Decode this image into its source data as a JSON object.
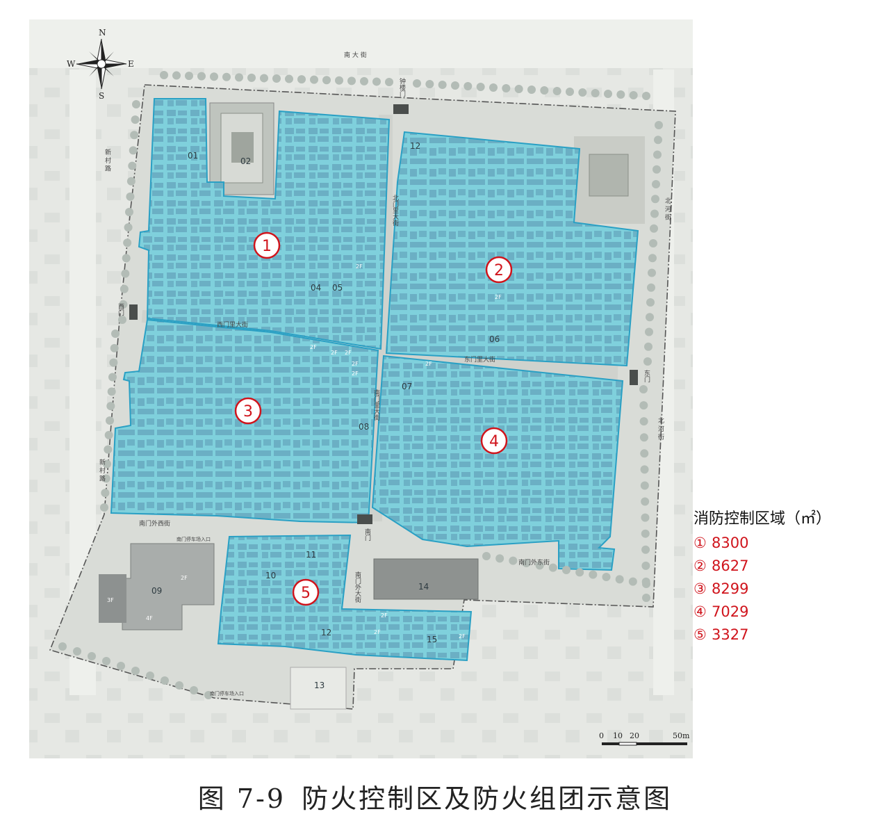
{
  "compass": {
    "n": "N",
    "e": "E",
    "s": "S",
    "w": "W",
    "icon": "compass-rose-icon"
  },
  "streets": {
    "top": "南 大 街",
    "gate_n": "钟楼门",
    "east_lane": "东门里大街",
    "west_lane": "西门里大街",
    "north_lane": "北门里大街",
    "south_lane": "南门里大街",
    "south_outer_w": "南门外西街",
    "south_outer_e": "南门外东街",
    "left_road": "新 村 路",
    "left_road2": "新 村 路",
    "right_road": "北 河 街",
    "right_road2": "北 河 街",
    "west_gate": "西门",
    "east_gate": "东门",
    "south_gate": "南门",
    "south_street": "南门外大街",
    "entrance_1": "南门停车场入口",
    "entrance_2": "南门停车场入口"
  },
  "parcels": [
    "01",
    "02",
    "04",
    "05",
    "06",
    "07",
    "08",
    "09",
    "10",
    "11",
    "12",
    "12",
    "13",
    "14",
    "15"
  ],
  "floors": [
    "2F",
    "2F",
    "2F",
    "2F",
    "2F",
    "2F",
    "2F",
    "2F",
    "2F",
    "3F",
    "4F",
    "2F",
    "2F",
    "2F"
  ],
  "zones": [
    {
      "id": "①",
      "area": "8300"
    },
    {
      "id": "②",
      "area": "8627"
    },
    {
      "id": "③",
      "area": "8299"
    },
    {
      "id": "④",
      "area": "7029"
    },
    {
      "id": "⑤",
      "area": "3327"
    }
  ],
  "legend": {
    "title": "消防控制区域（㎡）"
  },
  "scale_bar": {
    "labels": [
      "0",
      "10",
      "20",
      "50m"
    ]
  },
  "caption": {
    "figure_no": "图 7-9",
    "title": "防火控制区及防火组团示意图"
  },
  "colors": {
    "zone_fill": "#7fd0dc",
    "zone_stroke": "#2aa0c4",
    "zone_marker": "#d0141c",
    "building_roof": "#5a94b0",
    "background": "#e9ebe7",
    "tree": "#b7c0ba"
  }
}
